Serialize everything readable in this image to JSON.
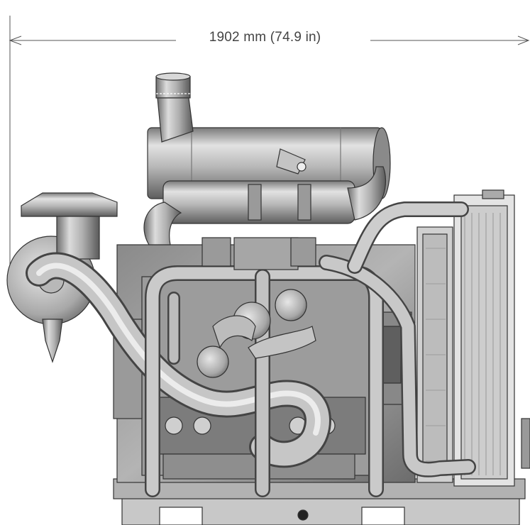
{
  "dimension": {
    "label": "1902 mm (74.9 in)"
  },
  "colors": {
    "metal_light": "#d6d6d6",
    "metal_mid": "#9a9a9a",
    "metal_dark": "#555555",
    "line": "#333333",
    "background": "#ffffff"
  },
  "components": [
    "air-cleaner",
    "air-intake-stack",
    "cooling-fan",
    "turbocharger",
    "charge-air-piping",
    "radiator",
    "engine-block",
    "base-frame"
  ]
}
